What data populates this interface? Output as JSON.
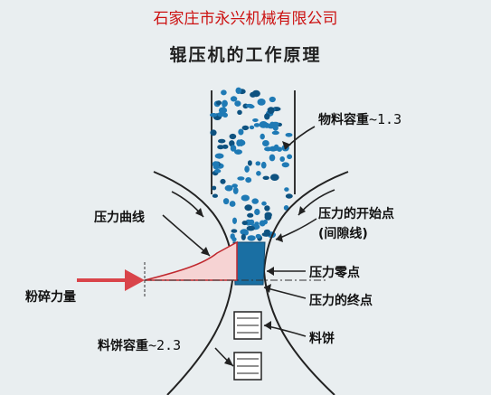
{
  "header": {
    "company": "石家庄市永兴机械有限公司",
    "title": "辊压机的工作原理"
  },
  "labels": {
    "material_density": "物料容重",
    "material_density_value": "~1.3",
    "pressure_start": "压力的开始点",
    "gap_line": "(间隙线)",
    "pressure_curve": "压力曲线",
    "pressure_zero": "压力零点",
    "crushing_force": "粉碎力量",
    "pressure_end": "压力的终点",
    "cake": "料饼",
    "cake_density": "料饼容重",
    "cake_density_value": "~2.3"
  },
  "colors": {
    "accent": "#1a6fa3",
    "arrow_red": "#d9444a",
    "company_red": "#cc1111"
  }
}
